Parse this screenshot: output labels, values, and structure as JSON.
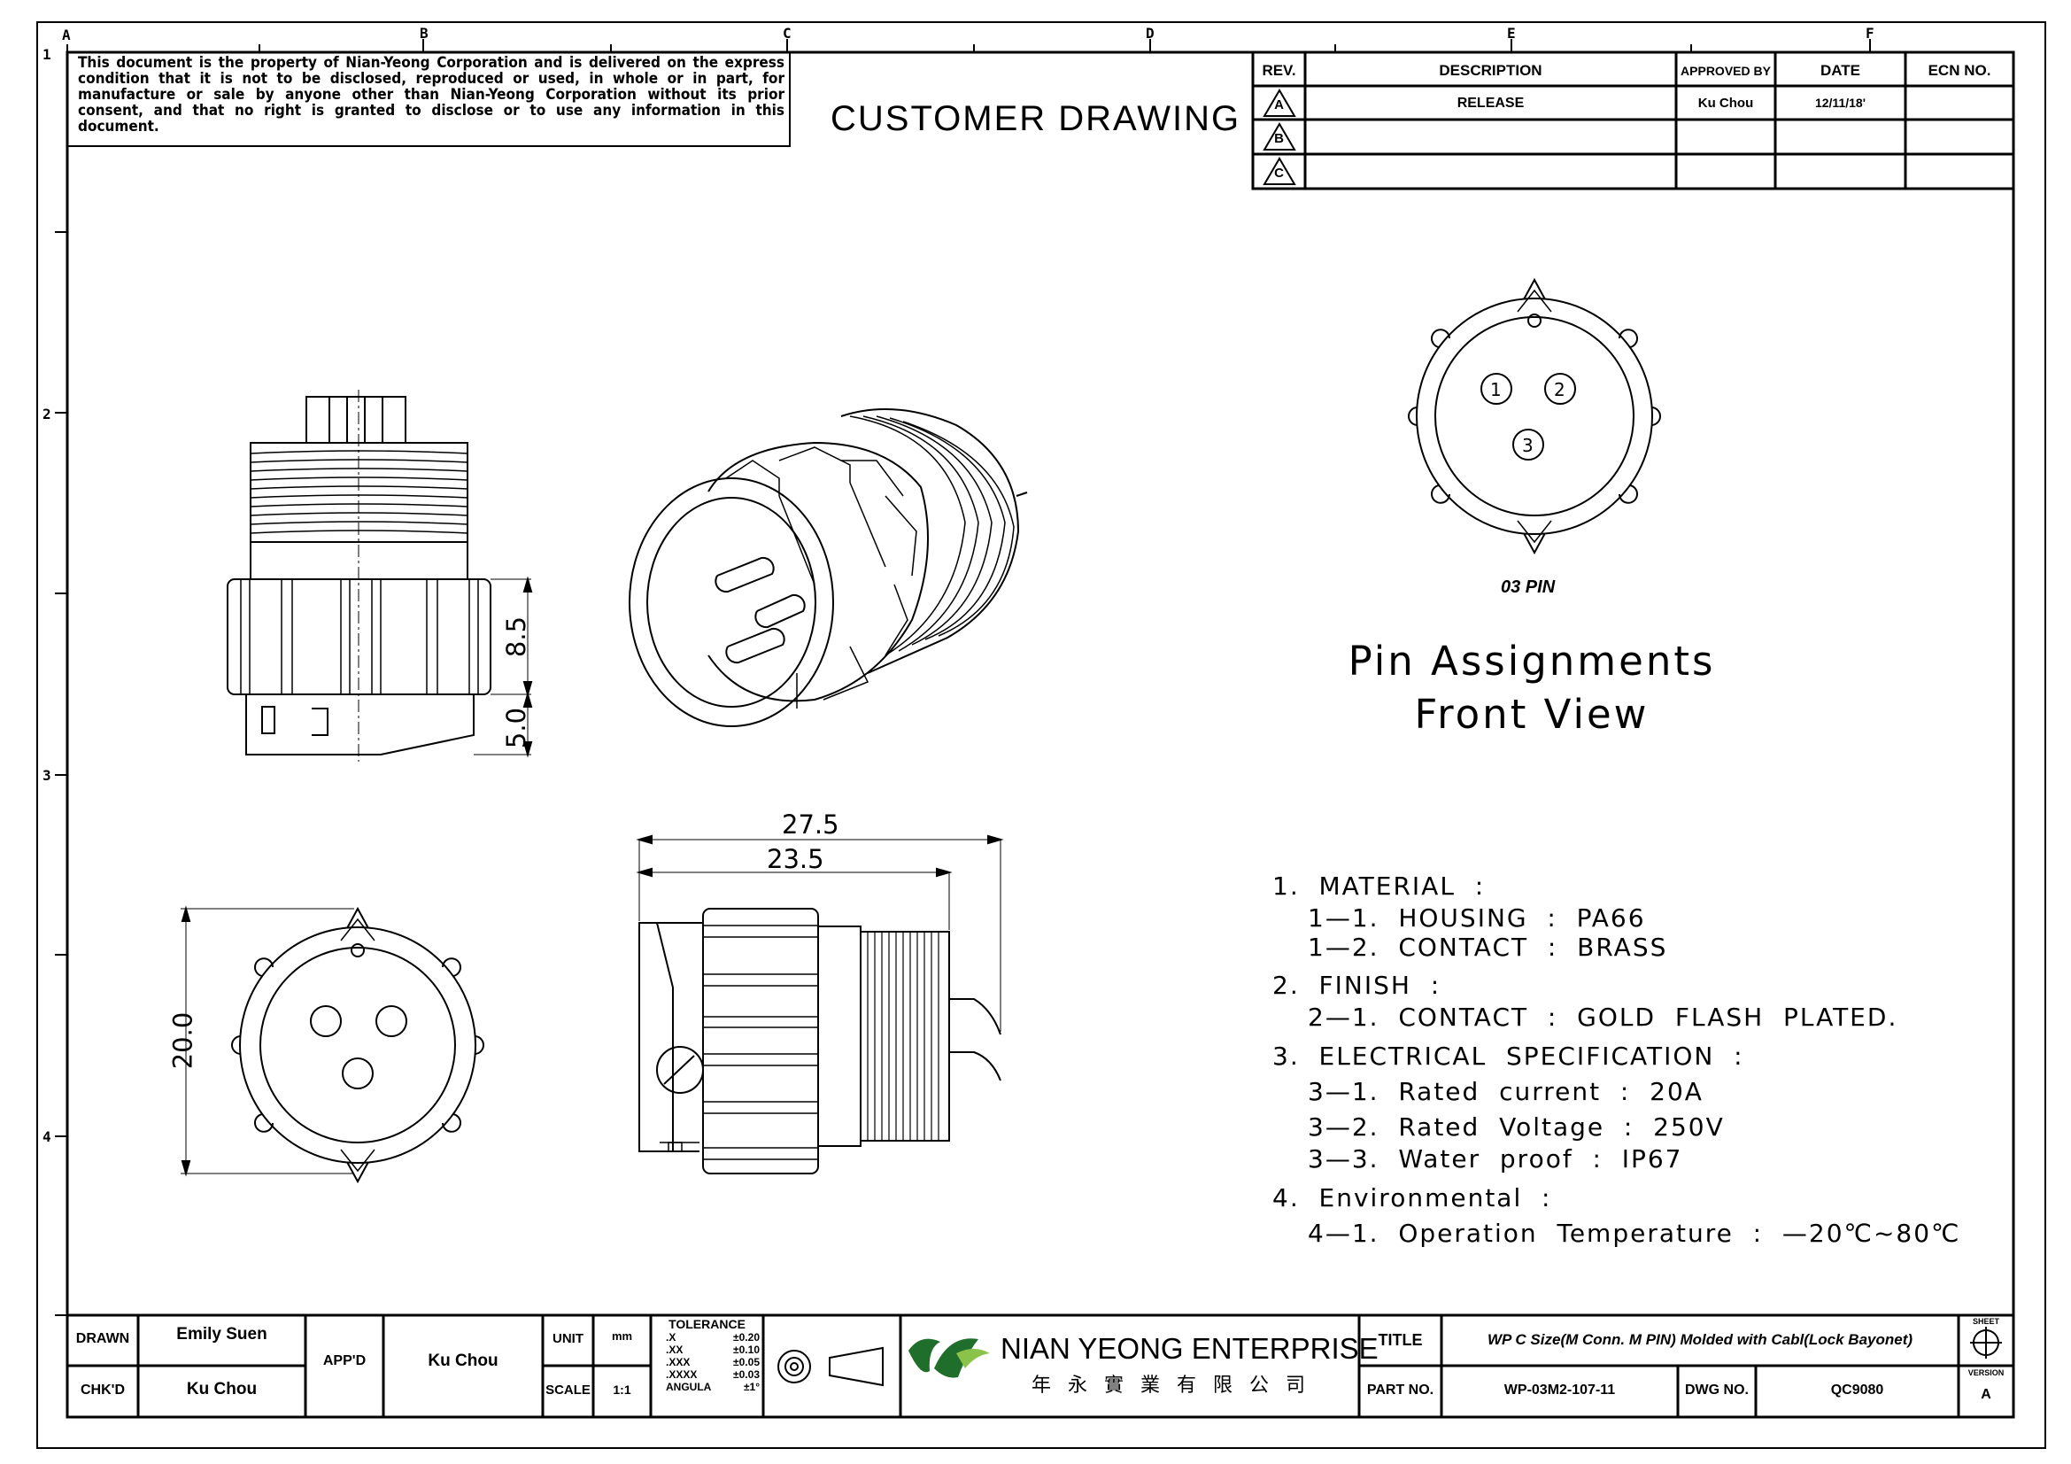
{
  "zones_top": [
    "A",
    "B",
    "C",
    "D",
    "E",
    "F"
  ],
  "zones_left": [
    "1",
    "2",
    "3",
    "4"
  ],
  "notice": "This document is the property of Nian-Yeong Corporation and is delivered on the express condition that it is not to be disclosed, reproduced or used, in whole or in part, for manufacture or sale by anyone other than Nian-Yeong Corporation without its prior consent, and that no right is granted to disclose or to use any information in this document.",
  "header_title": "CUSTOMER DRAWING",
  "revision_table": {
    "headers": {
      "rev": "REV.",
      "description": "DESCRIPTION",
      "approved_by": "APPROVED BY",
      "date": "DATE",
      "ecn": "ECN NO."
    },
    "rows": [
      {
        "rev": "A",
        "description": "RELEASE",
        "approved_by": "Ku Chou",
        "date": "12/11/18'",
        "ecn": ""
      },
      {
        "rev": "B",
        "description": "",
        "approved_by": "",
        "date": "",
        "ecn": ""
      },
      {
        "rev": "C",
        "description": "",
        "approved_by": "",
        "date": "",
        "ecn": ""
      }
    ]
  },
  "pin_view": {
    "pins": [
      "1",
      "2",
      "3"
    ],
    "caption": "03 PIN",
    "title_line1": "Pin Assignments",
    "title_line2": "Front View"
  },
  "dimensions": {
    "d_8_5": "8.5",
    "d_5_0": "5.0",
    "d_27_5": "27.5",
    "d_23_5": "23.5",
    "d_20_0": "20.0"
  },
  "specifications": [
    {
      "text": "1.  MATERIAL  :",
      "indent": 0
    },
    {
      "text": "1—1.  HOUSING  :  PA66",
      "indent": 1
    },
    {
      "text": "1—2.  CONTACT  :  BRASS",
      "indent": 1
    },
    {
      "text": "2.  FINISH  :",
      "indent": 0
    },
    {
      "text": "2—1.  CONTACT  :  GOLD  FLASH  PLATED.",
      "indent": 1
    },
    {
      "text": "3.  ELECTRICAL  SPECIFICATION  :",
      "indent": 0
    },
    {
      "text": "3—1.  Rated  current  :  20A",
      "indent": 1
    },
    {
      "text": "3—2.  Rated  Voltage  :  250V",
      "indent": 1
    },
    {
      "text": "3—3.  Water  proof  :  IP67",
      "indent": 1
    },
    {
      "text": "4.  Environmental  :",
      "indent": 0
    },
    {
      "text": "4—1.  Operation  Temperature  :  —20℃~80℃",
      "indent": 1
    }
  ],
  "title_block": {
    "drawn_label": "DRAWN",
    "drawn_by": "Emily Suen",
    "checked_label": "CHK'D",
    "checked_by": "Ku Chou",
    "approved_label": "APP'D",
    "approved_by": "Ku Chou",
    "unit_label": "UNIT",
    "unit": "mm",
    "scale_label": "SCALE",
    "scale": "1:1",
    "tolerance_label": "TOLERANCE",
    "tolerances": [
      {
        "k": ".X",
        "v": "±0.20"
      },
      {
        "k": ".XX",
        "v": "±0.10"
      },
      {
        "k": ".XXX",
        "v": "±0.05"
      },
      {
        "k": ".XXXX",
        "v": "±0.03"
      },
      {
        "k": "ANGULA",
        "v": "±1°"
      }
    ],
    "company_name": "NIAN YEONG ENTERPRISE",
    "company_name_cn": "年 永 實 業 有 限 公 司",
    "title_label": "TITLE",
    "title": "WP C Size(M Conn. M PIN) Molded with Cabl(Lock Bayonet)",
    "part_label": "PART NO.",
    "part_no": "WP-03M2-107-11",
    "dwg_label": "DWG NO.",
    "dwg_no": "QC9080",
    "sheet_label": "SHEET",
    "version_label": "VERSION",
    "version": "A"
  },
  "colors": {
    "line": "#000000",
    "logo_green": "#1f6e2b",
    "logo_light": "#8bc34a"
  }
}
